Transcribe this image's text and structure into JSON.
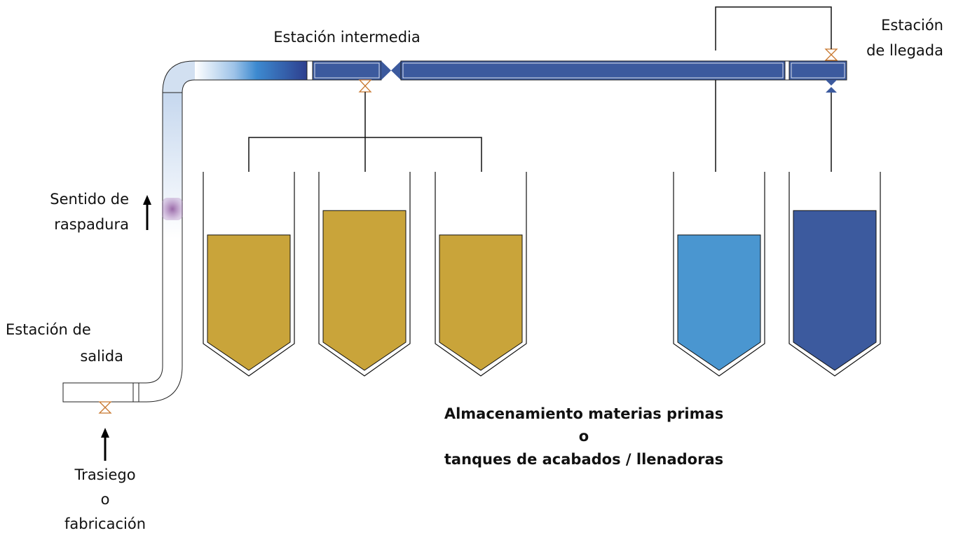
{
  "labels": {
    "intermediate_station": "Estación intermedia",
    "arrival_station_line1": "Estación",
    "arrival_station_line2": "de llegada",
    "scraping_direction_line1": "Sentido de",
    "scraping_direction_line2": "raspadura",
    "departure_station_line1": "Estación de",
    "departure_station_line2": "salida",
    "source_line1": "Trasiego",
    "source_line2": "o",
    "source_line3": "fabricación",
    "storage_line1": "Almacenamiento materias primas",
    "storage_line2": "o",
    "storage_line3": "tanques de acabados / llenadoras"
  },
  "tanks": [
    {
      "fill_level": 0.72,
      "color": "#c9a43a"
    },
    {
      "fill_level": 0.85,
      "color": "#c9a43a"
    },
    {
      "fill_level": 0.72,
      "color": "#c9a43a"
    },
    {
      "fill_level": 0.72,
      "color": "#4a96d0"
    },
    {
      "fill_level": 0.85,
      "color": "#3c5a9e"
    }
  ],
  "colors": {
    "product_gold": "#c9a43a",
    "product_light_blue": "#4a96d0",
    "product_dark_blue": "#3c5a9e",
    "valve": "#c8772e",
    "pig": "#9a6aa8"
  },
  "icons": {
    "valve": "valve-icon",
    "pig": "pig-icon",
    "arrow": "arrow-up-icon"
  }
}
